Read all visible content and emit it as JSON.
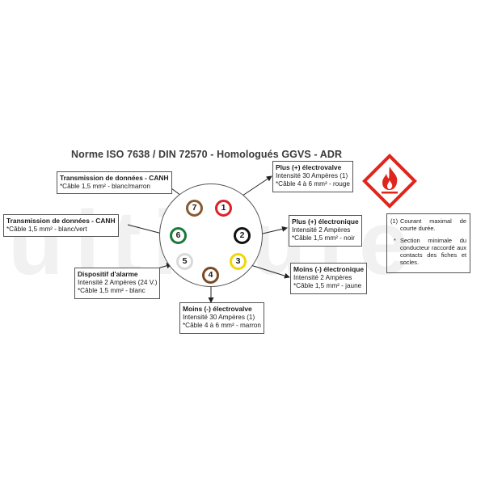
{
  "watermark": "ultiaute",
  "title": "Norme ISO 7638 / DIN 72570 - Homologués GGVS - ADR",
  "pins": [
    {
      "num": "1",
      "color": "#d8242a"
    },
    {
      "num": "2",
      "color": "#111111"
    },
    {
      "num": "3",
      "color": "#f0d800"
    },
    {
      "num": "4",
      "color": "#7a4a25"
    },
    {
      "num": "5",
      "color": "#d9d9d9"
    },
    {
      "num": "6",
      "color": "#1a7a3a"
    },
    {
      "num": "7",
      "color": "#8a5a32"
    }
  ],
  "boxes": {
    "b7": {
      "head": "Transmission de données - CANH",
      "lines": [
        "*Câble 1,5 mm² - blanc/marron"
      ]
    },
    "b6": {
      "head": "Transmission de données - CANH",
      "lines": [
        "*Câble 1,5 mm² - blanc/vert"
      ]
    },
    "b5": {
      "head": "Dispositif d'alarme",
      "lines": [
        "Intensité 2 Ampères (24 V.)",
        "*Câble 1,5 mm² - blanc"
      ]
    },
    "b1": {
      "head": "Plus (+) électrovalve",
      "lines": [
        "Intensité 30 Ampères (1)",
        "*Câble 4 à 6 mm² - rouge"
      ]
    },
    "b2": {
      "head": "Plus (+) électronique",
      "lines": [
        "Intensité 2 Ampères",
        "*Câble 1,5 mm² - noir"
      ]
    },
    "b3": {
      "head": "Moins (-) électronique",
      "lines": [
        "Intensité 2 Ampères",
        "*Câble 1,5 mm² - jaune"
      ]
    },
    "b4": {
      "head": "Moins (-) électrovalve",
      "lines": [
        "Intensité 30 Ampères (1)",
        "*Câble 4 à 6 mm² - marron"
      ]
    }
  },
  "notes": [
    {
      "mark": "(1)",
      "text": "Courant maximal de courte durée."
    },
    {
      "mark": "*",
      "text": "Section minimale du conducteur raccordé aux contacts des fiches et socles."
    }
  ],
  "hazard_icon": "flammable-hazard-icon"
}
